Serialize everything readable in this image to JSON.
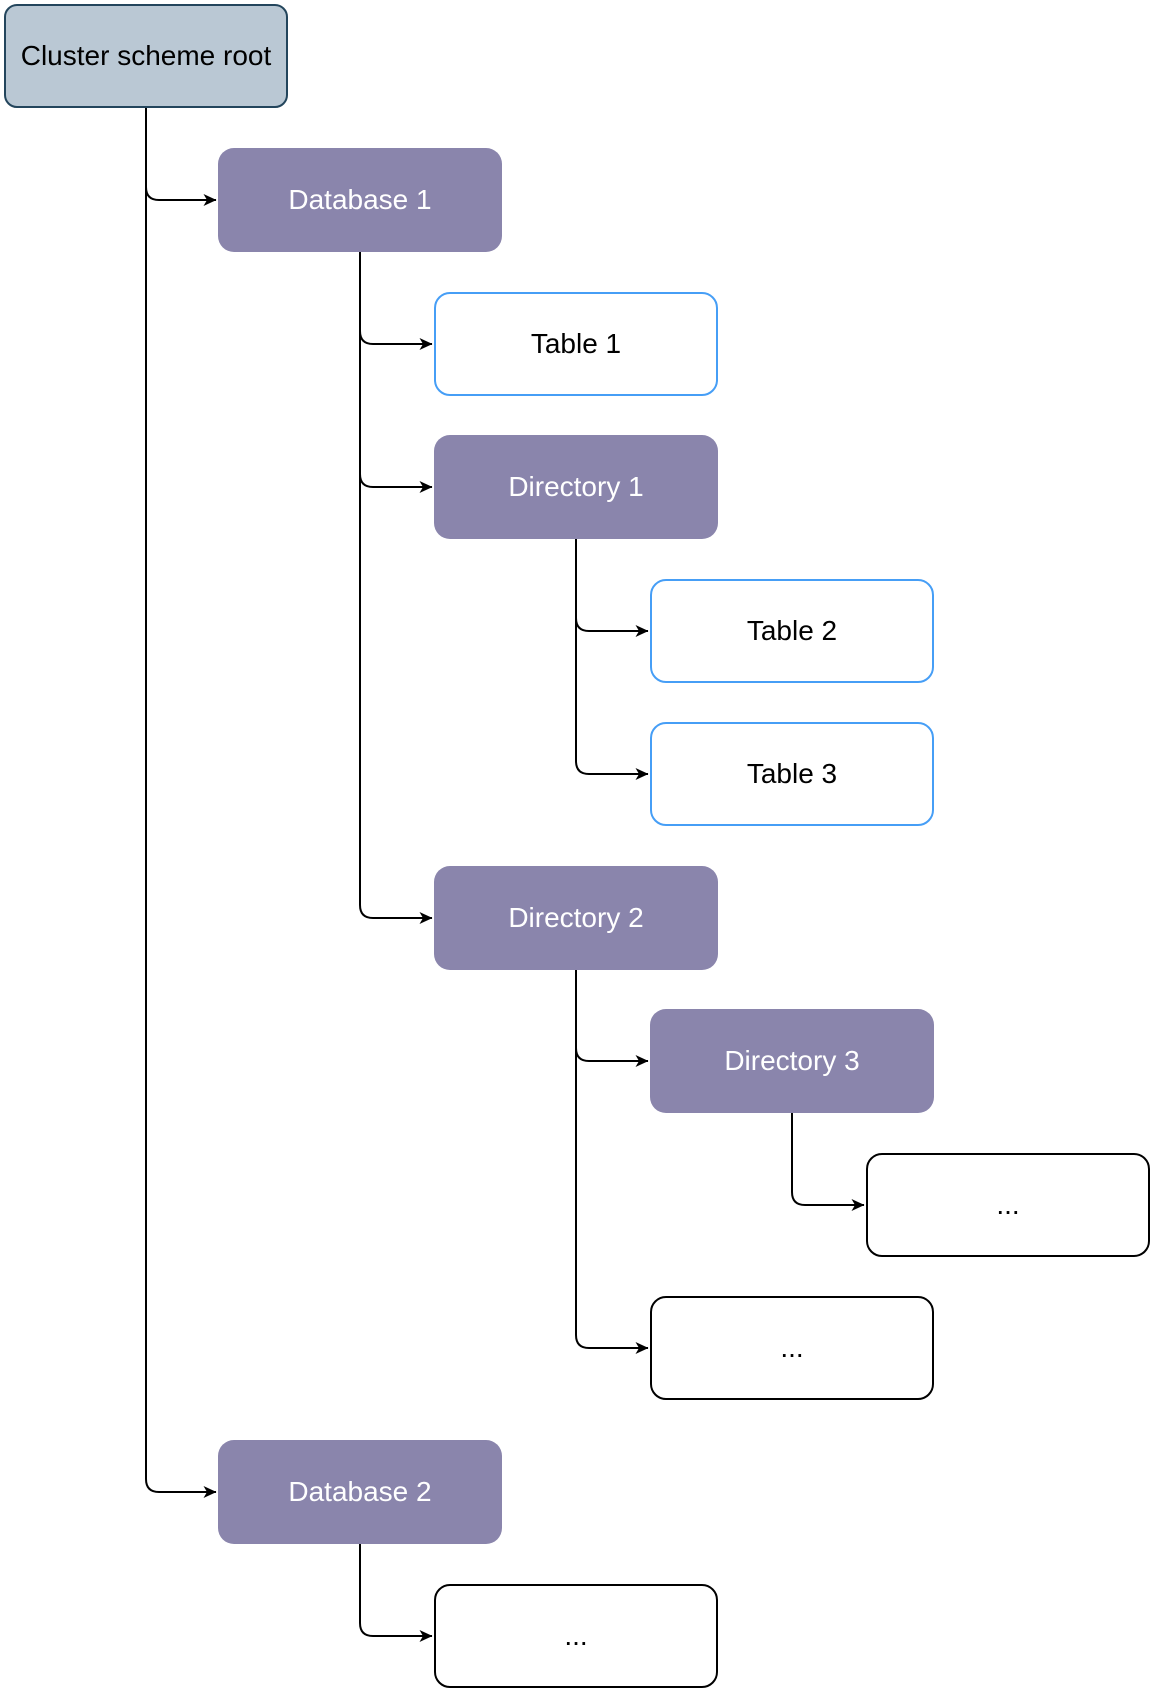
{
  "colors": {
    "root_fill": "#BAC8D4",
    "root_border": "#23455C",
    "directory_fill": "#8A85AC",
    "directory_text": "#FFFFFF",
    "table_border": "#469EF6",
    "placeholder_border": "#000000",
    "edge": "#000000",
    "text": "#000000",
    "background": "#FFFFFF"
  },
  "nodes": [
    {
      "id": "root",
      "label": "Cluster scheme root",
      "type": "root"
    },
    {
      "id": "db1",
      "label": "Database 1",
      "type": "directory"
    },
    {
      "id": "table1",
      "label": "Table 1",
      "type": "table"
    },
    {
      "id": "dir1",
      "label": "Directory 1",
      "type": "directory"
    },
    {
      "id": "table2",
      "label": "Table 2",
      "type": "table"
    },
    {
      "id": "table3",
      "label": "Table 3",
      "type": "table"
    },
    {
      "id": "dir2",
      "label": "Directory 2",
      "type": "directory"
    },
    {
      "id": "dir3",
      "label": "Directory 3",
      "type": "directory"
    },
    {
      "id": "dots1",
      "label": "...",
      "type": "placeholder"
    },
    {
      "id": "dots2",
      "label": "...",
      "type": "placeholder"
    },
    {
      "id": "db2",
      "label": "Database 2",
      "type": "directory"
    },
    {
      "id": "dots3",
      "label": "...",
      "type": "placeholder"
    }
  ],
  "edges": [
    {
      "from": "root",
      "to": "db1"
    },
    {
      "from": "db1",
      "to": "table1"
    },
    {
      "from": "db1",
      "to": "dir1"
    },
    {
      "from": "dir1",
      "to": "table2"
    },
    {
      "from": "dir1",
      "to": "table3"
    },
    {
      "from": "db1",
      "to": "dir2"
    },
    {
      "from": "dir2",
      "to": "dir3"
    },
    {
      "from": "dir3",
      "to": "dots1"
    },
    {
      "from": "dir2",
      "to": "dots2"
    },
    {
      "from": "root",
      "to": "db2"
    },
    {
      "from": "db2",
      "to": "dots3"
    }
  ]
}
